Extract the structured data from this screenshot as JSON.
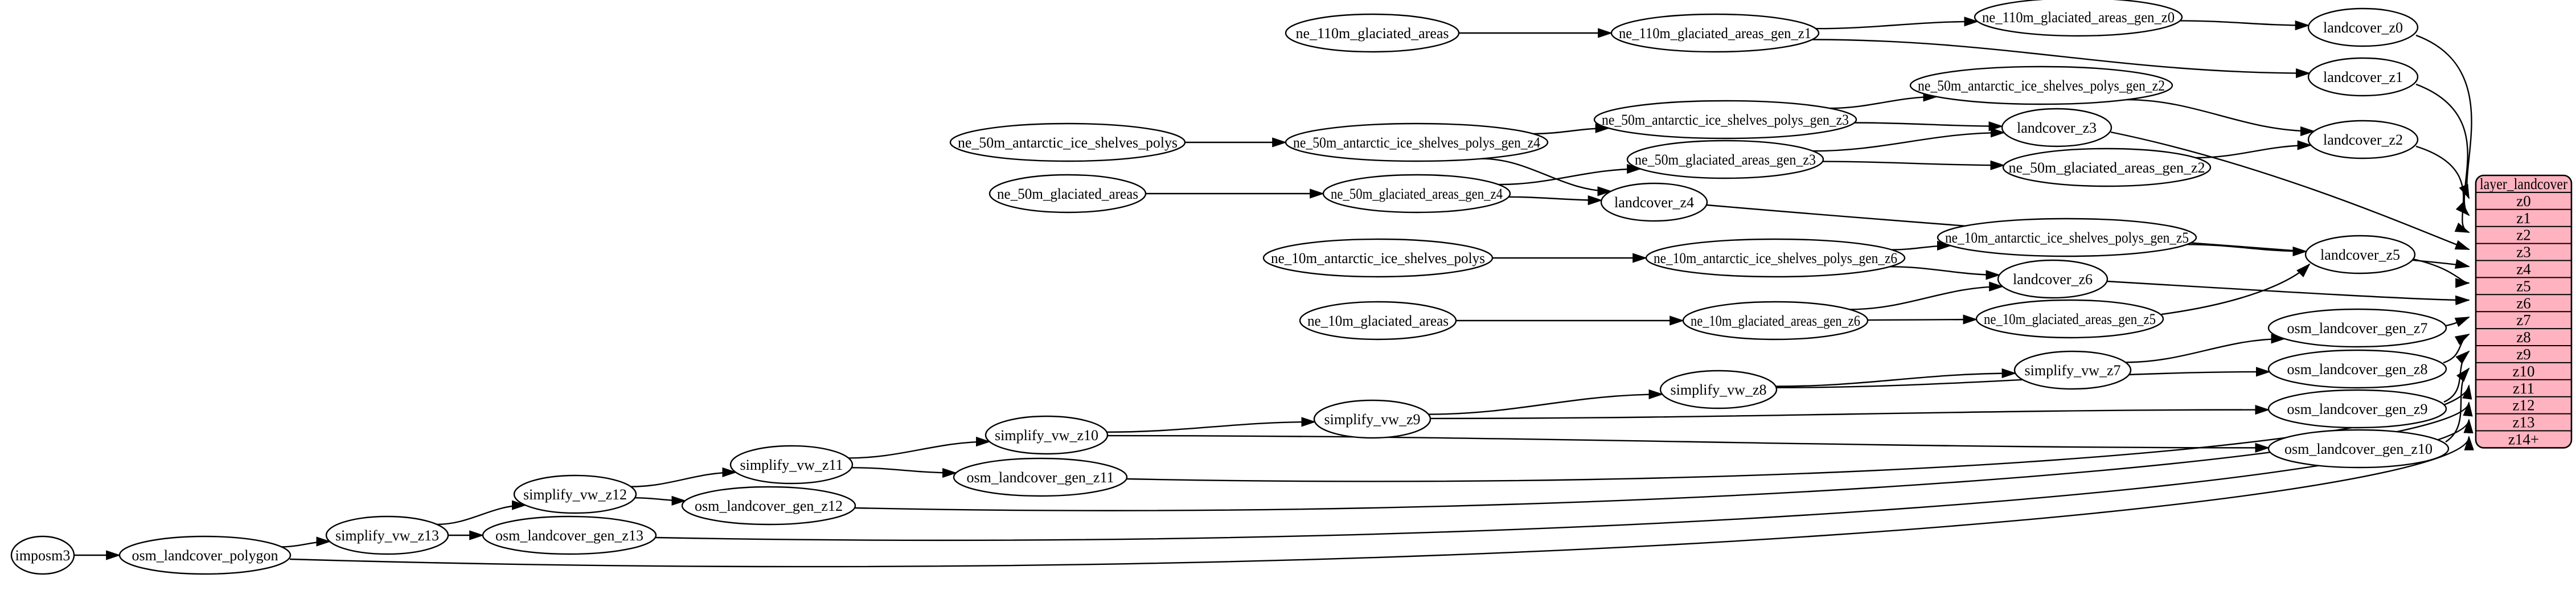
{
  "diagram": {
    "background": "#ffffff",
    "stroke_color": "#000000",
    "node_fill": "#ffffff",
    "nodes": [
      {
        "id": "imposm3",
        "label": "imposm3"
      },
      {
        "id": "osm_landcover_polygon",
        "label": "osm_landcover_polygon"
      },
      {
        "id": "simplify_vw_z13",
        "label": "simplify_vw_z13"
      },
      {
        "id": "osm_landcover_gen_z13",
        "label": "osm_landcover_gen_z13"
      },
      {
        "id": "simplify_vw_z12",
        "label": "simplify_vw_z12"
      },
      {
        "id": "osm_landcover_gen_z12",
        "label": "osm_landcover_gen_z12"
      },
      {
        "id": "simplify_vw_z11",
        "label": "simplify_vw_z11"
      },
      {
        "id": "osm_landcover_gen_z11",
        "label": "osm_landcover_gen_z11"
      },
      {
        "id": "simplify_vw_z10",
        "label": "simplify_vw_z10"
      },
      {
        "id": "simplify_vw_z9",
        "label": "simplify_vw_z9"
      },
      {
        "id": "simplify_vw_z8",
        "label": "simplify_vw_z8"
      },
      {
        "id": "simplify_vw_z7",
        "label": "simplify_vw_z7"
      },
      {
        "id": "osm_landcover_gen_z7",
        "label": "osm_landcover_gen_z7"
      },
      {
        "id": "osm_landcover_gen_z8",
        "label": "osm_landcover_gen_z8"
      },
      {
        "id": "osm_landcover_gen_z9",
        "label": "osm_landcover_gen_z9"
      },
      {
        "id": "osm_landcover_gen_z10",
        "label": "osm_landcover_gen_z10"
      },
      {
        "id": "ne_110m_glaciated_areas",
        "label": "ne_110m_glaciated_areas"
      },
      {
        "id": "ne_110m_glaciated_areas_gen_z1",
        "label": "ne_110m_glaciated_areas_gen_z1"
      },
      {
        "id": "ne_110m_glaciated_areas_gen_z0",
        "label": "ne_110m_glaciated_areas_gen_z0"
      },
      {
        "id": "landcover_z0",
        "label": "landcover_z0"
      },
      {
        "id": "landcover_z1",
        "label": "landcover_z1"
      },
      {
        "id": "ne_50m_antarctic_ice_shelves_polys_gen_z2",
        "label": "ne_50m_antarctic_ice_shelves_polys_gen_z2"
      },
      {
        "id": "ne_50m_antarctic_ice_shelves_polys_gen_z3",
        "label": "ne_50m_antarctic_ice_shelves_polys_gen_z3"
      },
      {
        "id": "landcover_z3",
        "label": "landcover_z3"
      },
      {
        "id": "landcover_z2",
        "label": "landcover_z2"
      },
      {
        "id": "ne_50m_antarctic_ice_shelves_polys",
        "label": "ne_50m_antarctic_ice_shelves_polys"
      },
      {
        "id": "ne_50m_antarctic_ice_shelves_polys_gen_z4",
        "label": "ne_50m_antarctic_ice_shelves_polys_gen_z4"
      },
      {
        "id": "ne_50m_glaciated_areas_gen_z3",
        "label": "ne_50m_glaciated_areas_gen_z3"
      },
      {
        "id": "ne_50m_glaciated_areas_gen_z2",
        "label": "ne_50m_glaciated_areas_gen_z2"
      },
      {
        "id": "ne_50m_glaciated_areas",
        "label": "ne_50m_glaciated_areas"
      },
      {
        "id": "ne_50m_glaciated_areas_gen_z4",
        "label": "ne_50m_glaciated_areas_gen_z4"
      },
      {
        "id": "landcover_z4",
        "label": "landcover_z4"
      },
      {
        "id": "ne_10m_antarctic_ice_shelves_polys_gen_z5",
        "label": "ne_10m_antarctic_ice_shelves_polys_gen_z5"
      },
      {
        "id": "landcover_z5",
        "label": "landcover_z5"
      },
      {
        "id": "ne_10m_antarctic_ice_shelves_polys",
        "label": "ne_10m_antarctic_ice_shelves_polys"
      },
      {
        "id": "ne_10m_antarctic_ice_shelves_polys_gen_z6",
        "label": "ne_10m_antarctic_ice_shelves_polys_gen_z6"
      },
      {
        "id": "landcover_z6",
        "label": "landcover_z6"
      },
      {
        "id": "ne_10m_glaciated_areas",
        "label": "ne_10m_glaciated_areas"
      },
      {
        "id": "ne_10m_glaciated_areas_gen_z6",
        "label": "ne_10m_glaciated_areas_gen_z6"
      },
      {
        "id": "ne_10m_glaciated_areas_gen_z5",
        "label": "ne_10m_glaciated_areas_gen_z5"
      }
    ],
    "edges": [
      [
        "imposm3",
        "osm_landcover_polygon"
      ],
      [
        "osm_landcover_polygon",
        "simplify_vw_z13"
      ],
      [
        "simplify_vw_z13",
        "osm_landcover_gen_z13"
      ],
      [
        "simplify_vw_z13",
        "simplify_vw_z12"
      ],
      [
        "simplify_vw_z12",
        "osm_landcover_gen_z12"
      ],
      [
        "simplify_vw_z12",
        "simplify_vw_z11"
      ],
      [
        "simplify_vw_z11",
        "osm_landcover_gen_z11"
      ],
      [
        "simplify_vw_z11",
        "simplify_vw_z10"
      ],
      [
        "simplify_vw_z10",
        "simplify_vw_z9"
      ],
      [
        "simplify_vw_z10",
        "osm_landcover_gen_z10"
      ],
      [
        "simplify_vw_z9",
        "simplify_vw_z8"
      ],
      [
        "simplify_vw_z9",
        "osm_landcover_gen_z9"
      ],
      [
        "simplify_vw_z8",
        "simplify_vw_z7"
      ],
      [
        "simplify_vw_z8",
        "osm_landcover_gen_z8"
      ],
      [
        "simplify_vw_z7",
        "osm_landcover_gen_z7"
      ],
      [
        "ne_110m_glaciated_areas",
        "ne_110m_glaciated_areas_gen_z1"
      ],
      [
        "ne_110m_glaciated_areas_gen_z1",
        "ne_110m_glaciated_areas_gen_z0"
      ],
      [
        "ne_110m_glaciated_areas_gen_z1",
        "landcover_z1"
      ],
      [
        "ne_110m_glaciated_areas_gen_z0",
        "landcover_z0"
      ],
      [
        "ne_50m_antarctic_ice_shelves_polys",
        "ne_50m_antarctic_ice_shelves_polys_gen_z4"
      ],
      [
        "ne_50m_antarctic_ice_shelves_polys_gen_z4",
        "ne_50m_antarctic_ice_shelves_polys_gen_z3"
      ],
      [
        "ne_50m_antarctic_ice_shelves_polys_gen_z4",
        "landcover_z4"
      ],
      [
        "ne_50m_antarctic_ice_shelves_polys_gen_z3",
        "ne_50m_antarctic_ice_shelves_polys_gen_z2"
      ],
      [
        "ne_50m_antarctic_ice_shelves_polys_gen_z3",
        "landcover_z3"
      ],
      [
        "ne_50m_antarctic_ice_shelves_polys_gen_z2",
        "landcover_z2"
      ],
      [
        "ne_50m_glaciated_areas",
        "ne_50m_glaciated_areas_gen_z4"
      ],
      [
        "ne_50m_glaciated_areas_gen_z4",
        "ne_50m_glaciated_areas_gen_z3"
      ],
      [
        "ne_50m_glaciated_areas_gen_z4",
        "landcover_z4"
      ],
      [
        "ne_50m_glaciated_areas_gen_z3",
        "landcover_z3"
      ],
      [
        "ne_50m_glaciated_areas_gen_z3",
        "ne_50m_glaciated_areas_gen_z2"
      ],
      [
        "ne_50m_glaciated_areas_gen_z2",
        "landcover_z2"
      ],
      [
        "ne_10m_antarctic_ice_shelves_polys",
        "ne_10m_antarctic_ice_shelves_polys_gen_z6"
      ],
      [
        "ne_10m_antarctic_ice_shelves_polys_gen_z6",
        "ne_10m_antarctic_ice_shelves_polys_gen_z5"
      ],
      [
        "ne_10m_antarctic_ice_shelves_polys_gen_z6",
        "landcover_z6"
      ],
      [
        "ne_10m_antarctic_ice_shelves_polys_gen_z5",
        "landcover_z5"
      ],
      [
        "ne_10m_glaciated_areas",
        "ne_10m_glaciated_areas_gen_z6"
      ],
      [
        "ne_10m_glaciated_areas_gen_z6",
        "landcover_z6"
      ],
      [
        "ne_10m_glaciated_areas_gen_z6",
        "ne_10m_glaciated_areas_gen_z5"
      ],
      [
        "ne_10m_glaciated_areas_gen_z5",
        "landcover_z5"
      ]
    ],
    "table_edges": [
      [
        "landcover_z0",
        "z0"
      ],
      [
        "landcover_z1",
        "z1"
      ],
      [
        "landcover_z2",
        "z2"
      ],
      [
        "landcover_z3",
        "z3"
      ],
      [
        "landcover_z4",
        "z4"
      ],
      [
        "landcover_z5",
        "z5"
      ],
      [
        "landcover_z6",
        "z6"
      ],
      [
        "osm_landcover_gen_z7",
        "z7"
      ],
      [
        "osm_landcover_gen_z8",
        "z8"
      ],
      [
        "osm_landcover_gen_z9",
        "z9"
      ],
      [
        "osm_landcover_gen_z10",
        "z10"
      ],
      [
        "osm_landcover_gen_z11",
        "z11"
      ],
      [
        "osm_landcover_gen_z12",
        "z12"
      ],
      [
        "osm_landcover_gen_z13",
        "z13"
      ],
      [
        "osm_landcover_polygon",
        "z14+"
      ]
    ],
    "table": {
      "title": "layer_landcover",
      "fill": "#ffb3c0",
      "rows": [
        "z0",
        "z1",
        "z2",
        "z3",
        "z4",
        "z5",
        "z6",
        "z7",
        "z8",
        "z9",
        "z10",
        "z11",
        "z12",
        "z13",
        "z14+"
      ]
    }
  }
}
